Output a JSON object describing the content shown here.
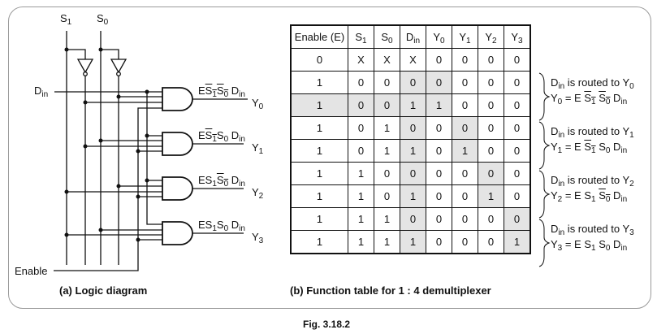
{
  "diagram": {
    "s1": [
      {
        "t": "S",
        "sub": "1"
      }
    ],
    "s0": [
      {
        "t": "S",
        "sub": "0"
      }
    ],
    "din": [
      {
        "t": "D",
        "sub": "in"
      }
    ],
    "enable": [
      {
        "t": "Enable"
      }
    ],
    "outputs": [
      {
        "expr": [
          {
            "t": "E"
          },
          {
            "t": "S",
            "sub": "1",
            "bar": true
          },
          {
            "t": "S",
            "sub": "0",
            "bar": true
          },
          {
            "t": " D",
            "sub": "in"
          }
        ],
        "name": [
          {
            "t": "Y",
            "sub": "0"
          }
        ]
      },
      {
        "expr": [
          {
            "t": "E"
          },
          {
            "t": "S",
            "sub": "1",
            "bar": true
          },
          {
            "t": "S",
            "sub": "0"
          },
          {
            "t": " D",
            "sub": "in"
          }
        ],
        "name": [
          {
            "t": "Y",
            "sub": "1"
          }
        ]
      },
      {
        "expr": [
          {
            "t": "E"
          },
          {
            "t": "S",
            "sub": "1"
          },
          {
            "t": "S",
            "sub": "0",
            "bar": true
          },
          {
            "t": " D",
            "sub": "in"
          }
        ],
        "name": [
          {
            "t": "Y",
            "sub": "2"
          }
        ]
      },
      {
        "expr": [
          {
            "t": "E"
          },
          {
            "t": "S",
            "sub": "1"
          },
          {
            "t": "S",
            "sub": "0"
          },
          {
            "t": " D",
            "sub": "in"
          }
        ],
        "name": [
          {
            "t": "Y",
            "sub": "3"
          }
        ]
      }
    ],
    "caption": "(a) Logic diagram"
  },
  "table": {
    "headers": [
      [
        {
          "t": "Enable (E)"
        }
      ],
      [
        {
          "t": "S",
          "sub": "1"
        }
      ],
      [
        {
          "t": "S",
          "sub": "0"
        }
      ],
      [
        {
          "t": "D",
          "sub": "in"
        }
      ],
      [
        {
          "t": "Y",
          "sub": "0"
        }
      ],
      [
        {
          "t": "Y",
          "sub": "1"
        }
      ],
      [
        {
          "t": "Y",
          "sub": "2"
        }
      ],
      [
        {
          "t": "Y",
          "sub": "3"
        }
      ]
    ],
    "rows": [
      [
        "0",
        "X",
        "X",
        "X",
        "0",
        "0",
        "0",
        "0"
      ],
      [
        "1",
        "0",
        "0",
        "0",
        "0",
        "0",
        "0",
        "0"
      ],
      [
        "1",
        "0",
        "0",
        "1",
        "1",
        "0",
        "0",
        "0"
      ],
      [
        "1",
        "0",
        "1",
        "0",
        "0",
        "0",
        "0",
        "0"
      ],
      [
        "1",
        "0",
        "1",
        "1",
        "0",
        "1",
        "0",
        "0"
      ],
      [
        "1",
        "1",
        "0",
        "0",
        "0",
        "0",
        "0",
        "0"
      ],
      [
        "1",
        "1",
        "0",
        "1",
        "0",
        "0",
        "1",
        "0"
      ],
      [
        "1",
        "1",
        "1",
        "0",
        "0",
        "0",
        "0",
        "0"
      ],
      [
        "1",
        "1",
        "1",
        "1",
        "0",
        "0",
        "0",
        "1"
      ]
    ],
    "shaded": [
      [],
      [
        3,
        4
      ],
      [
        0,
        1,
        2,
        3,
        4
      ],
      [
        3,
        5
      ],
      [
        3,
        5
      ],
      [
        3,
        6
      ],
      [
        3,
        6
      ],
      [
        3,
        7
      ],
      [
        3,
        7
      ]
    ],
    "shade_color": "#e4e4e4",
    "caption": "(b) Function table for 1 : 4 demultiplexer"
  },
  "annotations": [
    {
      "line1": [
        {
          "t": "D",
          "sub": "in"
        },
        {
          "t": " is routed to Y",
          "sub": "0"
        }
      ],
      "line2": [
        {
          "t": "Y",
          "sub": "0"
        },
        {
          "t": " = E "
        },
        {
          "t": "S",
          "sub": "1",
          "bar": true
        },
        {
          "t": " "
        },
        {
          "t": "S",
          "sub": "0",
          "bar": true
        },
        {
          "t": " D",
          "sub": "in"
        }
      ]
    },
    {
      "line1": [
        {
          "t": "D",
          "sub": "in"
        },
        {
          "t": " is routed to Y",
          "sub": "1"
        }
      ],
      "line2": [
        {
          "t": "Y",
          "sub": "1"
        },
        {
          "t": " = E "
        },
        {
          "t": "S",
          "sub": "1",
          "bar": true
        },
        {
          "t": " S",
          "sub": "0"
        },
        {
          "t": " D",
          "sub": "in"
        }
      ]
    },
    {
      "line1": [
        {
          "t": "D",
          "sub": "in"
        },
        {
          "t": " is routed to Y",
          "sub": "2"
        }
      ],
      "line2": [
        {
          "t": "Y",
          "sub": "2"
        },
        {
          "t": " = E S",
          "sub": "1"
        },
        {
          "t": " "
        },
        {
          "t": "S",
          "sub": "0",
          "bar": true
        },
        {
          "t": " D",
          "sub": "in"
        }
      ]
    },
    {
      "line1": [
        {
          "t": "D",
          "sub": "in"
        },
        {
          "t": " is routed to Y",
          "sub": "3"
        }
      ],
      "line2": [
        {
          "t": "Y",
          "sub": "3"
        },
        {
          "t": " = E S",
          "sub": "1"
        },
        {
          "t": " S",
          "sub": "0"
        },
        {
          "t": " D",
          "sub": "in"
        }
      ]
    }
  ],
  "figure_caption": "Fig. 3.18.2"
}
